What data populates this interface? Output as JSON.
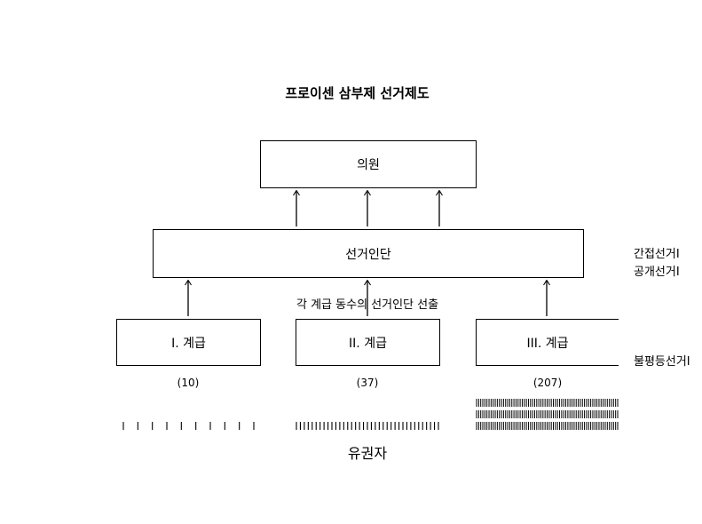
{
  "diagram": {
    "title": "프로이센 삼부제 선거제도",
    "deputies_label": "의원",
    "electors_label": "선거인단",
    "side_labels": {
      "indirect": "간접선거I",
      "public": "공개선거I",
      "unequal": "불평등선거I"
    },
    "electors_note": "각 계급 동수의 선거인단 선출",
    "classes": [
      {
        "label": "I. 계급",
        "count": "(10)",
        "voter_ticks": 10
      },
      {
        "label": "II. 계급",
        "count": "(37)",
        "voter_ticks": 37
      },
      {
        "label": "III. 계급",
        "count": "(207)",
        "voter_ticks": 207
      }
    ],
    "voters_label": "유권자"
  }
}
